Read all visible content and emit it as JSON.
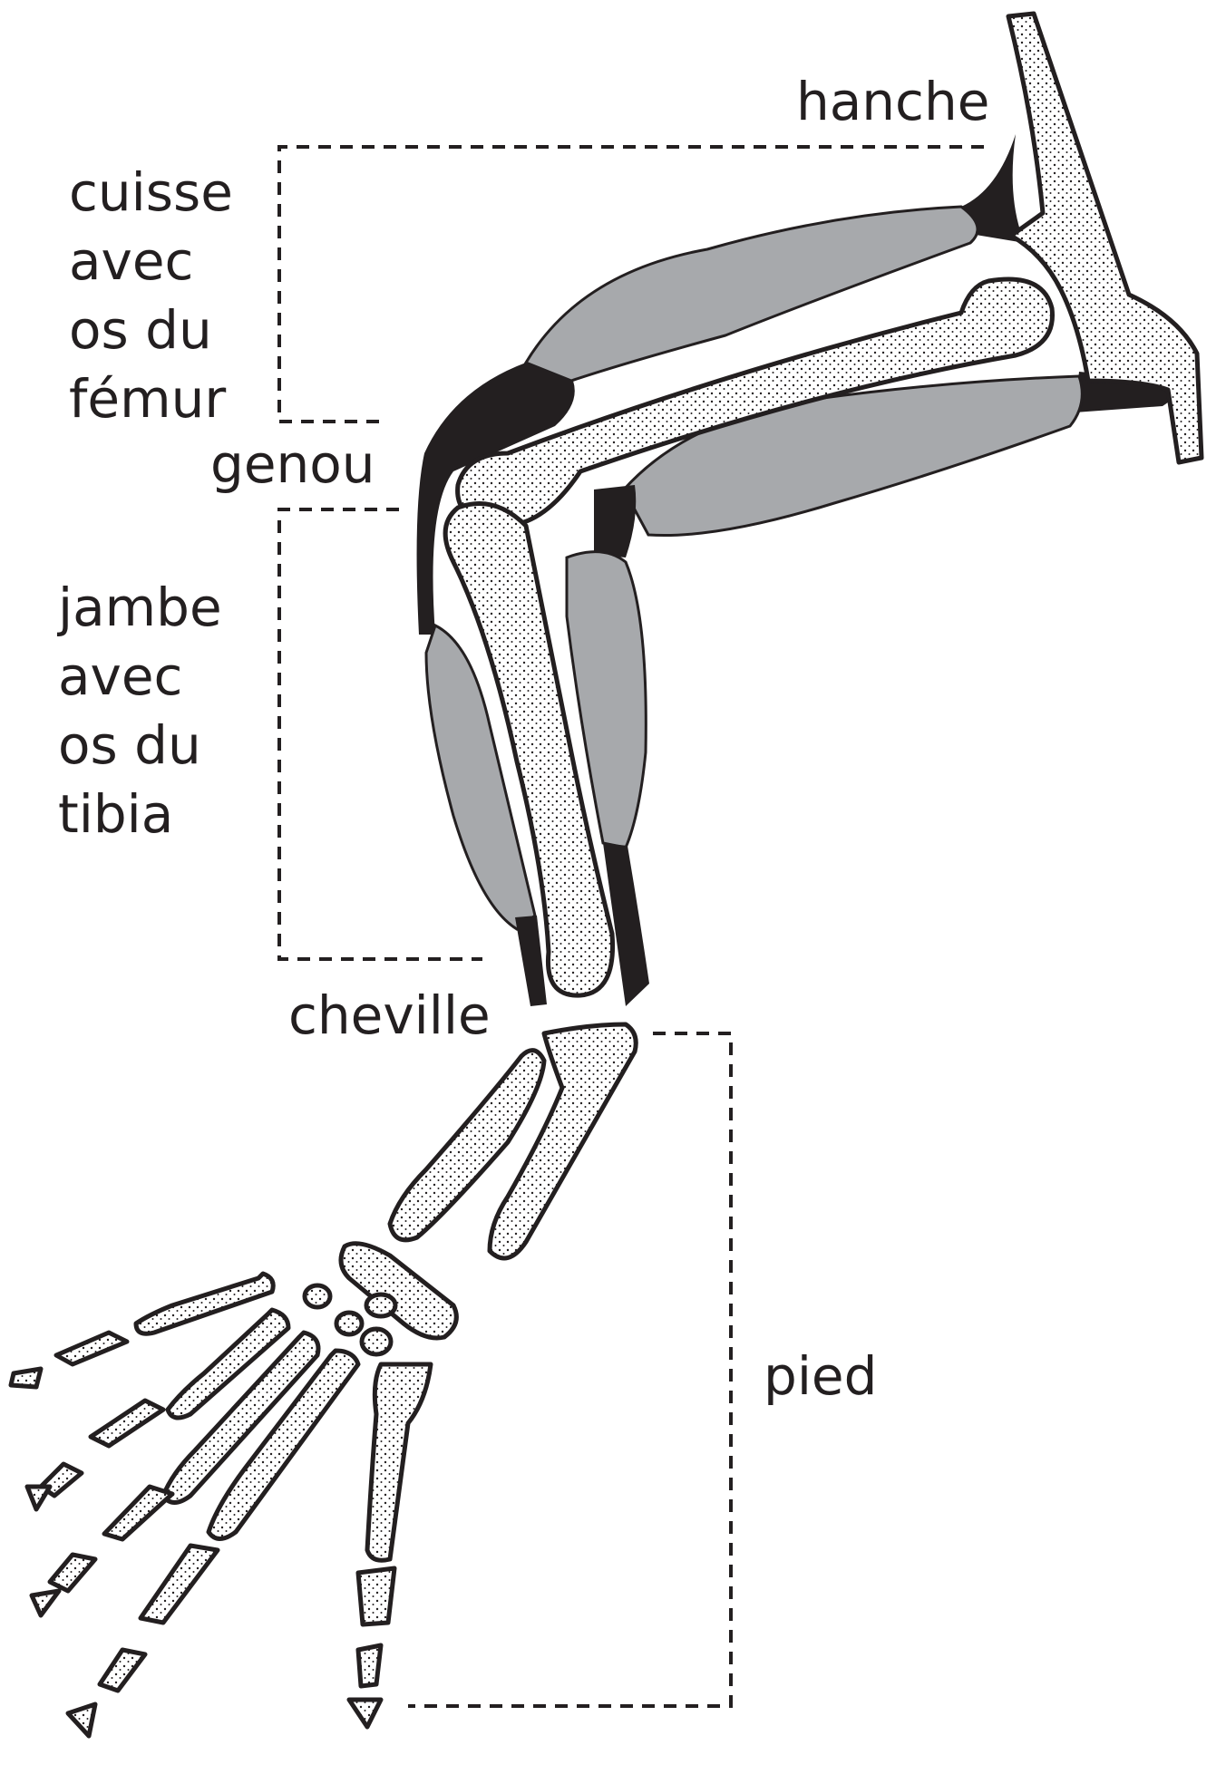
{
  "labels": {
    "hip": "hanche",
    "thigh": [
      "cuisse",
      "avec",
      "os du",
      "fémur"
    ],
    "knee": "genou",
    "leg": [
      "jambe",
      "avec",
      "os du",
      "tibia"
    ],
    "ankle": "cheville",
    "foot": "pied"
  },
  "colors": {
    "ink": "#231f20",
    "muscle": "#a7a9ac",
    "bone_fill": "#ffffff"
  }
}
